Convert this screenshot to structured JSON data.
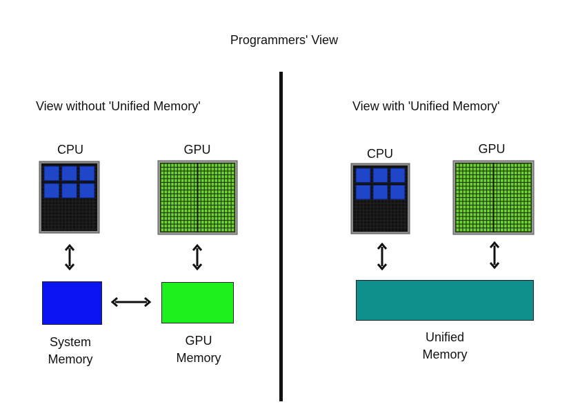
{
  "title": "Programmers' View",
  "left_panel": {
    "heading": "View without 'Unified Memory'",
    "cpu_label": "CPU",
    "gpu_label": "GPU",
    "system_memory_label": [
      "System",
      "Memory"
    ],
    "gpu_memory_label": [
      "GPU",
      "Memory"
    ]
  },
  "right_panel": {
    "heading": "View with 'Unified Memory'",
    "cpu_label": "CPU",
    "gpu_label": "GPU",
    "unified_memory_label": [
      "Unified",
      "Memory"
    ]
  },
  "colors": {
    "system_memory": "#0a13f0",
    "gpu_memory": "#1ef01e",
    "unified_memory": "#0f8f8a",
    "cpu_core": "#1f46c8",
    "gpu_core": "#6fd433",
    "divider": "#111111"
  },
  "icons": [
    "cpu-chip-icon",
    "gpu-chip-icon",
    "double-arrow-icon"
  ]
}
